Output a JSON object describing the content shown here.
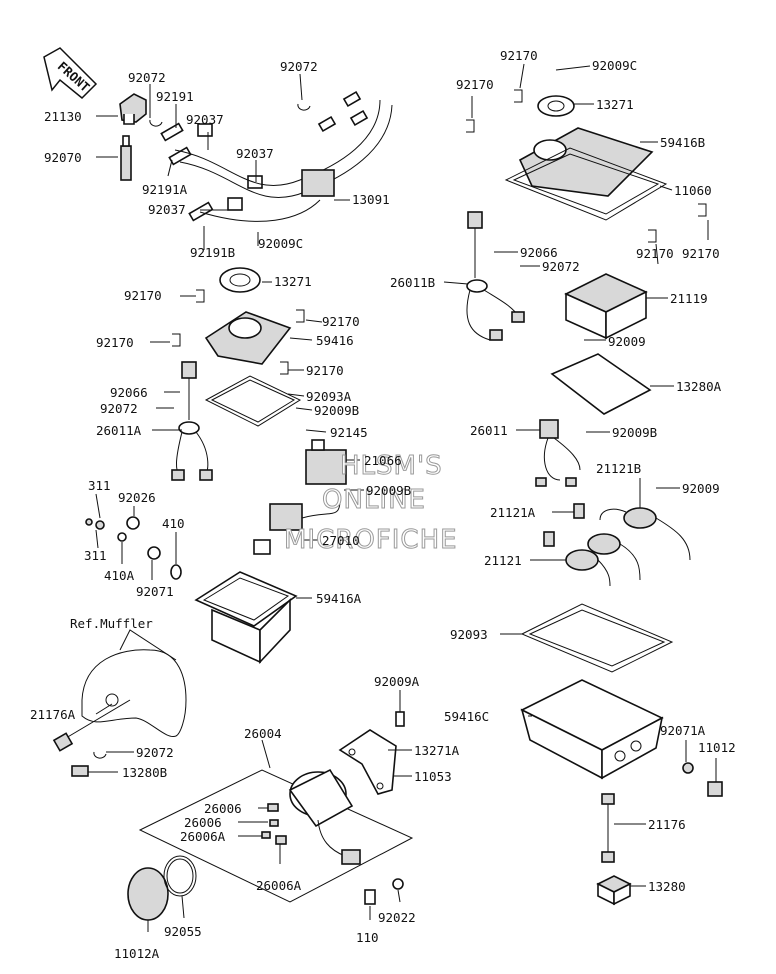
{
  "front_badge": "FRONT",
  "ref_note": "Ref.Muffler",
  "watermark": [
    "HLSM'S",
    "ONLINE",
    "MICROFICHE"
  ],
  "labels": {
    "p92072a": "92072",
    "p21130": "21130",
    "p92191": "92191",
    "p92037a": "92037",
    "p92070": "92070",
    "p92072b": "92072",
    "p92037b": "92037",
    "p92191A": "92191A",
    "p92037c": "92037",
    "p13091": "13091",
    "p92191B": "92191B",
    "p92009Ca": "92009C",
    "p13271a": "13271",
    "p92170a": "92170",
    "p92170b": "92170",
    "p59416": "59416",
    "p92170c": "92170",
    "p92170d": "92170",
    "p92066a": "92066",
    "p92093A": "92093A",
    "p92072c": "92072",
    "p92009B": "92009B",
    "p26011A": "26011A",
    "p92145": "92145",
    "p21066": "21066",
    "p311a": "311",
    "p92026": "92026",
    "p92009Bb": "92009B",
    "p410": "410",
    "p27010": "27010",
    "p311b": "311",
    "p410A": "410A",
    "p92071": "92071",
    "p59416A": "59416A",
    "p21176A": "21176A",
    "p92072d": "92072",
    "p13280B": "13280B",
    "p26004": "26004",
    "p92009A": "92009A",
    "p13271A": "13271A",
    "p11053": "11053",
    "p26006a": "26006",
    "p26006b": "26006",
    "p26006A": "26006A",
    "p26006Ab": "26006A",
    "p11012A": "11012A",
    "p92055": "92055",
    "p110": "110",
    "p92022": "92022",
    "p92170e": "92170",
    "p92170f": "92170",
    "p92009Cb": "92009C",
    "p13271b": "13271",
    "p59416B": "59416B",
    "p11060": "11060",
    "p92170g": "92170",
    "p92066b": "92066",
    "p92072e": "92072",
    "p26011B": "26011B",
    "p92170h": "92170",
    "p21119": "21119",
    "p92009a": "92009",
    "p13280A": "13280A",
    "p26011": "26011",
    "p92009Bc": "92009B",
    "p21121B": "21121B",
    "p92009b": "92009",
    "p21121A": "21121A",
    "p21121": "21121",
    "p92093": "92093",
    "p59416C": "59416C",
    "p92071A": "92071A",
    "p11012": "11012",
    "p21176": "21176",
    "p13280": "13280"
  }
}
